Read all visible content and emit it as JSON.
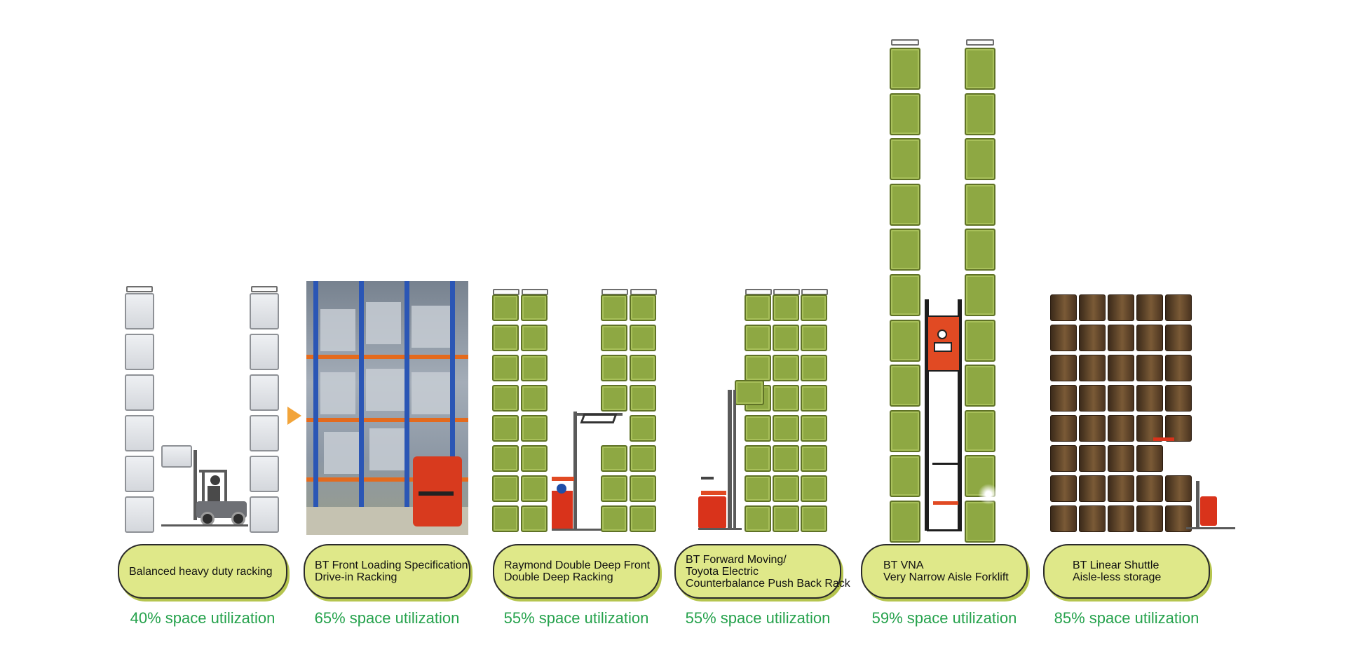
{
  "sections": [
    {
      "id": "balanced",
      "label_lines": [
        "Balanced heavy duty racking"
      ],
      "utilization": "40% space utilization"
    },
    {
      "id": "drive_in",
      "label_lines": [
        "BT Front Loading Specification",
        "Drive-in Racking"
      ],
      "utilization": "65% space utilization"
    },
    {
      "id": "double_deep",
      "label_lines": [
        "Raymond Double Deep Front",
        "Double Deep Racking"
      ],
      "utilization": "55% space utilization"
    },
    {
      "id": "push_back",
      "label_lines": [
        "BT Forward Moving/",
        "Toyota Electric",
        "Counterbalance Push Back Rack"
      ],
      "utilization": "55% space utilization"
    },
    {
      "id": "vna",
      "label_lines": [
        "BT VNA",
        "Very Narrow Aisle Forklift"
      ],
      "utilization": "59% space utilization"
    },
    {
      "id": "shuttle",
      "label_lines": [
        "BT Linear Shuttle",
        "Aisle-less storage"
      ],
      "utilization": "85% space utilization"
    }
  ],
  "colors": {
    "label_fill": "#dfe889",
    "utilization_text": "#25a24c",
    "pallet_green": "#8ea843",
    "pallet_grey": "#d4d7dc",
    "pallet_brown": "#6b4a2a",
    "forklift_orange": "#e14a23"
  },
  "icons": [
    "forklift-icon",
    "reach-truck-icon",
    "vna-truck-icon",
    "shuttle-truck-icon",
    "arrow-right-icon"
  ]
}
